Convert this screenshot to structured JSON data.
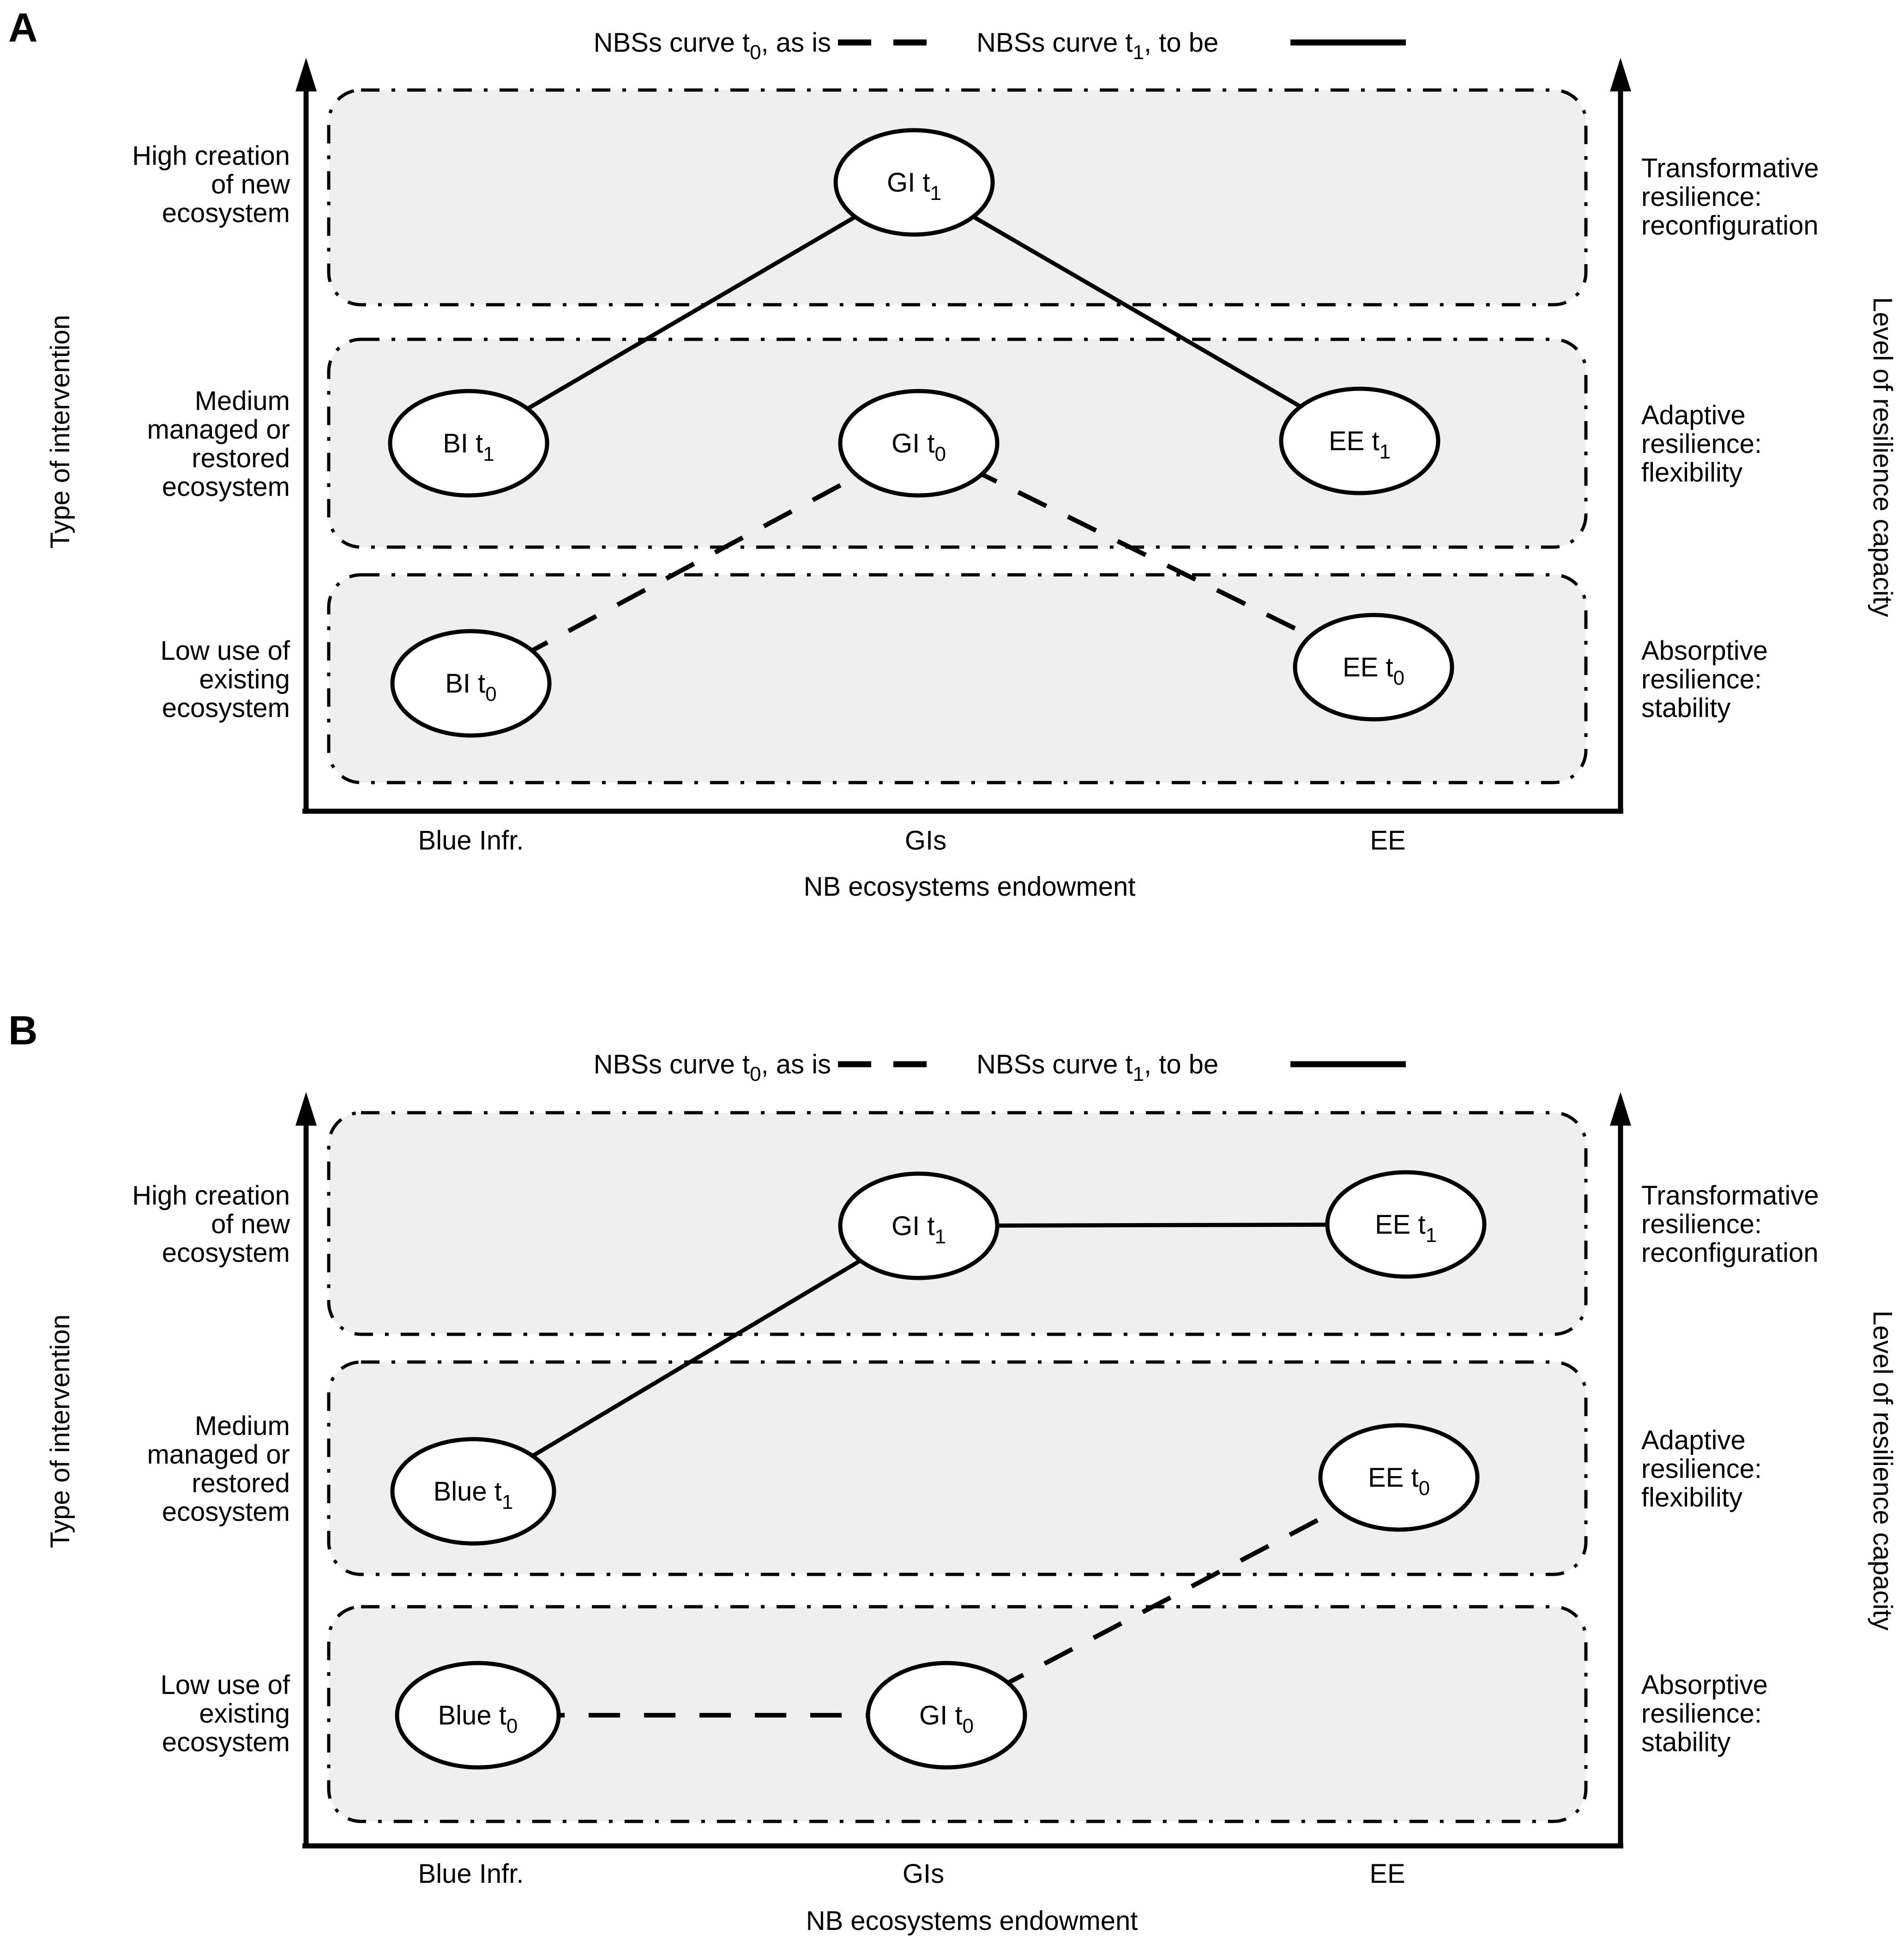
{
  "shared": {
    "legend": {
      "t0": {
        "prefix": "NBSs curve t",
        "sub": "0",
        "suffix": ", as is"
      },
      "t1": {
        "prefix": "NBSs curve t",
        "sub": "1",
        "suffix": ", to be"
      }
    },
    "axis_labels": {
      "left": "Type of intervention",
      "right": "Level of resilience capacity",
      "bottom": "NB ecosystems endowment"
    },
    "x_ticks": [
      "Blue Infr.",
      "GIs",
      "EE"
    ],
    "intervention_levels": {
      "high": [
        "High creation",
        "of new",
        "ecosystem"
      ],
      "medium": [
        "Medium",
        "managed or",
        "restored",
        "ecosystem"
      ],
      "low": [
        "Low use of",
        "existing",
        "ecosystem"
      ]
    },
    "resilience_levels": {
      "transformative": [
        "Transformative",
        "resilience:",
        "reconfiguration"
      ],
      "adaptive": [
        "Adaptive",
        "resilience:",
        "flexibility"
      ],
      "absorptive": [
        "Absorptive",
        "resilience:",
        "stability"
      ]
    }
  },
  "panelA": {
    "letter": "A",
    "nodes": {
      "gi_t1": {
        "main": "GI t",
        "sub": "1"
      },
      "bi_t1": {
        "main": "BI t",
        "sub": "1"
      },
      "gi_t0": {
        "main": "GI t",
        "sub": "0"
      },
      "ee_t1": {
        "main": "EE t",
        "sub": "1"
      },
      "bi_t0": {
        "main": "BI t",
        "sub": "0"
      },
      "ee_t0": {
        "main": "EE t",
        "sub": "0"
      }
    }
  },
  "panelB": {
    "letter": "B",
    "nodes": {
      "gi_t1": {
        "main": "GI t",
        "sub": "1"
      },
      "ee_t1": {
        "main": "EE t",
        "sub": "1"
      },
      "blue_t1": {
        "main": "Blue t",
        "sub": "1"
      },
      "ee_t0": {
        "main": "EE t",
        "sub": "0"
      },
      "blue_t0": {
        "main": "Blue t",
        "sub": "0"
      },
      "gi_t0": {
        "main": "GI t",
        "sub": "0"
      }
    }
  },
  "colors": {
    "band_fill": "#efefef",
    "line": "#000000",
    "background": "#ffffff"
  }
}
